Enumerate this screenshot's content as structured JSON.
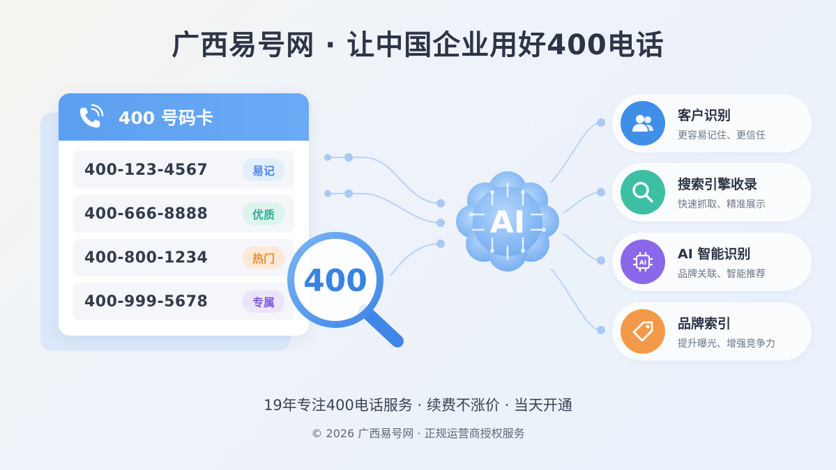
{
  "title": "广西易号网 · 让中国企业用好400电话",
  "card": {
    "title": "400 号码卡",
    "rows": [
      {
        "number": "400-123-4567",
        "tag": "易记",
        "tag_color": "#4a86e8",
        "tag_bg": "#e3eefc"
      },
      {
        "number": "400-666-8888",
        "tag": "优质",
        "tag_color": "#2fae8f",
        "tag_bg": "#ddf4ed"
      },
      {
        "number": "400-800-1234",
        "tag": "热门",
        "tag_color": "#f08a34",
        "tag_bg": "#fde9d6"
      },
      {
        "number": "400-999-5678",
        "tag": "专属",
        "tag_color": "#7a5ce0",
        "tag_bg": "#ebe5fb"
      }
    ]
  },
  "magnifier": {
    "text": "400"
  },
  "brain": {
    "text": "AI"
  },
  "features": [
    {
      "title": "客户识别",
      "desc": "更容易记住、更信任",
      "icon": "users-icon",
      "color": "#3f8fe8"
    },
    {
      "title": "搜索引擎收录",
      "desc": "快速抓取、精准展示",
      "icon": "search-icon",
      "color": "#3cbfa3"
    },
    {
      "title": "AI 智能识别",
      "desc": "品牌关联、智能推荐",
      "icon": "ai-chip-icon",
      "color": "#8b68ea"
    },
    {
      "title": "品牌索引",
      "desc": "提升曝光、增强竞争力",
      "icon": "tag-icon",
      "color": "#f39a4a"
    }
  ],
  "chip_label": "AI",
  "slogan": "19年专注400电话服务 · 续费不涨价 · 当天开通",
  "footer": "© 2026 广西易号网 · 正规运营商授权服务"
}
